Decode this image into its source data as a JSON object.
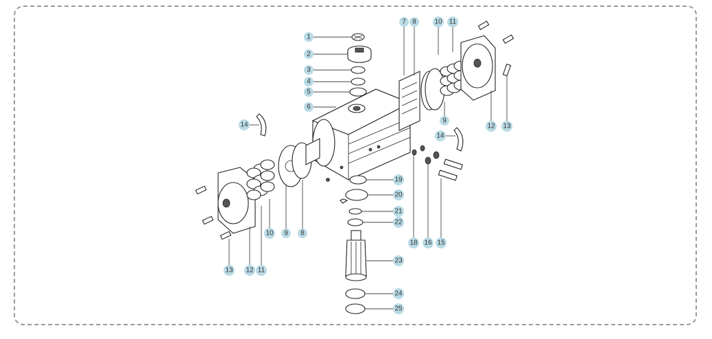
{
  "labels": [
    {
      "id": "1",
      "text": "1"
    },
    {
      "id": "2",
      "text": "2"
    },
    {
      "id": "3",
      "text": "3"
    },
    {
      "id": "4",
      "text": "4"
    },
    {
      "id": "5",
      "text": "5"
    },
    {
      "id": "6",
      "text": "6"
    },
    {
      "id": "7",
      "text": "7"
    },
    {
      "id": "8a",
      "text": "8"
    },
    {
      "id": "10a",
      "text": "10"
    },
    {
      "id": "11a",
      "text": "11"
    },
    {
      "id": "9a",
      "text": "9"
    },
    {
      "id": "12a",
      "text": "12"
    },
    {
      "id": "13a",
      "text": "13"
    },
    {
      "id": "14a",
      "text": "14"
    },
    {
      "id": "14b",
      "text": "14"
    },
    {
      "id": "19",
      "text": "19"
    },
    {
      "id": "20",
      "text": "20"
    },
    {
      "id": "21",
      "text": "21"
    },
    {
      "id": "22",
      "text": "22"
    },
    {
      "id": "18",
      "text": "18"
    },
    {
      "id": "16",
      "text": "16"
    },
    {
      "id": "15",
      "text": "15"
    },
    {
      "id": "23",
      "text": "23"
    },
    {
      "id": "24",
      "text": "24"
    },
    {
      "id": "25",
      "text": "25"
    },
    {
      "id": "10b",
      "text": "10"
    },
    {
      "id": "9b",
      "text": "9"
    },
    {
      "id": "8b",
      "text": "8"
    },
    {
      "id": "13b",
      "text": "13"
    },
    {
      "id": "12b",
      "text": "12"
    },
    {
      "id": "11b",
      "text": "11"
    }
  ],
  "colors": {
    "label_bubble": "#b9dbe6",
    "frame_border": "#9a9a9a",
    "line": "#222222"
  }
}
